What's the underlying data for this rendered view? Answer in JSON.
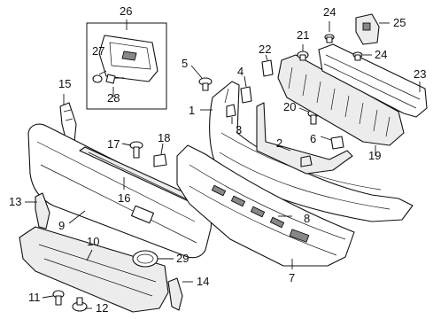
{
  "diagram": {
    "callouts": [
      "1",
      "2",
      "3",
      "4",
      "5",
      "6",
      "7",
      "8",
      "9",
      "10",
      "11",
      "12",
      "13",
      "14",
      "15",
      "16",
      "17",
      "18",
      "19",
      "20",
      "21",
      "22",
      "23",
      "24",
      "24",
      "25",
      "26",
      "27",
      "28",
      "29"
    ]
  }
}
